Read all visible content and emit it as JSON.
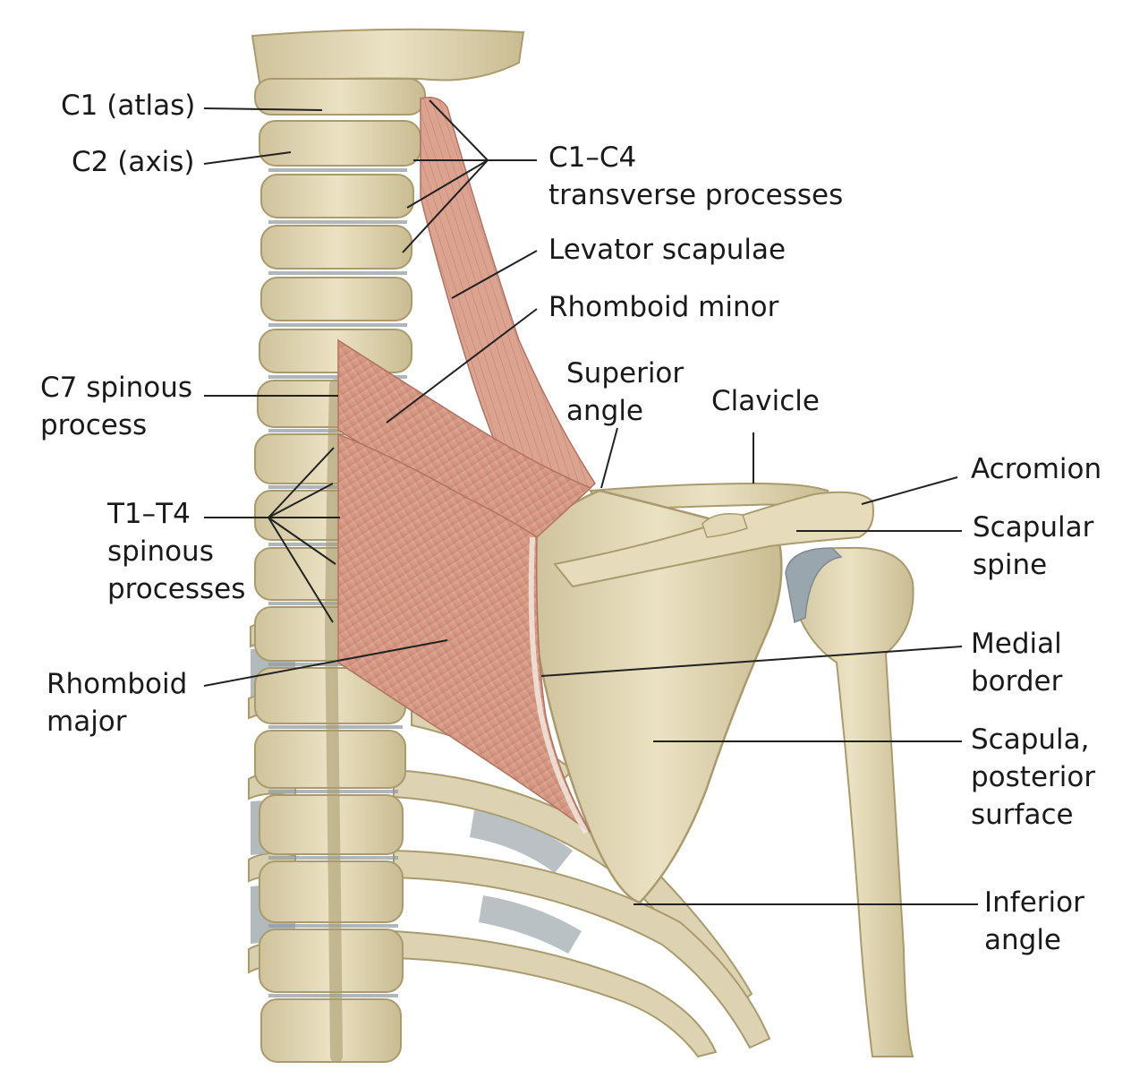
{
  "labels": {
    "c1": [
      "C1 (atlas)"
    ],
    "c2": [
      "C2 (axis)"
    ],
    "c1c4": [
      "C1–C4",
      "transverse processes"
    ],
    "levator": [
      "Levator scapulae"
    ],
    "rh_minor": [
      "Rhomboid minor"
    ],
    "c7": [
      "C7 spinous",
      "process"
    ],
    "sup_angle": [
      "Superior",
      "angle"
    ],
    "clavicle": [
      "Clavicle"
    ],
    "acromion": [
      "Acromion"
    ],
    "t1t4": [
      "T1–T4",
      "spinous",
      "processes"
    ],
    "scap_spine": [
      "Scapular",
      "spine"
    ],
    "medial_border": [
      "Medial",
      "border"
    ],
    "rh_major": [
      "Rhomboid",
      "major"
    ],
    "scapula": [
      "Scapula,",
      "posterior",
      "surface"
    ],
    "inferior": [
      "Inferior",
      "angle"
    ]
  },
  "colors": {
    "bone": "#e3d9b8",
    "bone_shadow": "#b8ab82",
    "muscle": "#d9a08c",
    "muscle_fiber": "#b97563",
    "cartilage": "#9aa6ad",
    "leader": "#222222"
  }
}
